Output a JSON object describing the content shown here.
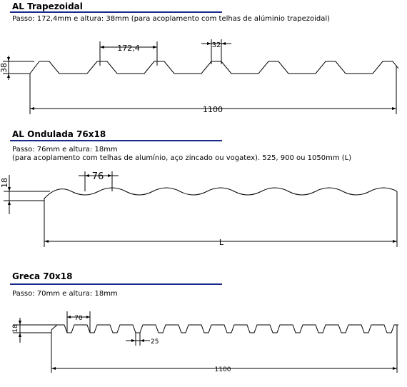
{
  "sections": [
    {
      "title": "AL Trapezoidal",
      "description": [
        "Passo: 172,4mm e altura: 38mm (para acoplamento com telhas de alúminio trapezoidal)"
      ],
      "dims": {
        "pitch": "172,4",
        "crest": "32",
        "height": "38",
        "total": "1100"
      }
    },
    {
      "title": "AL Ondulada 76x18",
      "description": [
        "Passo: 76mm e altura: 18mm",
        "(para acoplamento com telhas de alumínio, aço zincado ou vogatex). 525, 900 ou 1050mm (L)"
      ],
      "dims": {
        "pitch": "76",
        "height": "18",
        "total": "L"
      }
    },
    {
      "title": "Greca 70x18",
      "description": [
        "Passo: 70mm e altura: 18mm"
      ],
      "dims": {
        "pitch": "70",
        "crest": "25",
        "height": "18",
        "total": "1100"
      }
    }
  ],
  "colors": {
    "rule": "#1a2a8a",
    "line": "#000000"
  }
}
